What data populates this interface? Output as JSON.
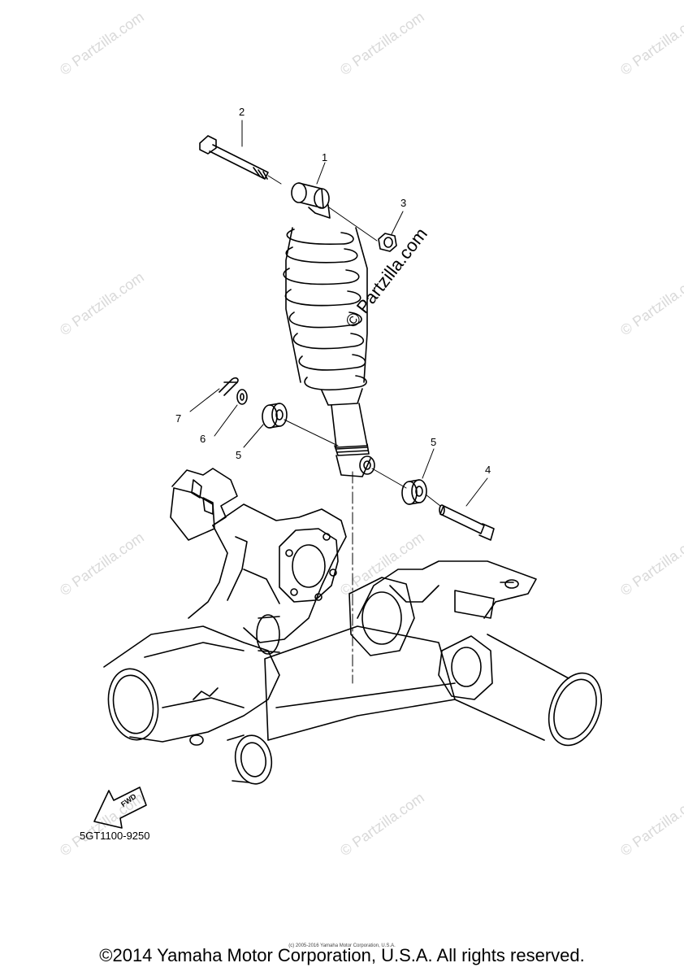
{
  "callouts": {
    "c1": "1",
    "c2": "2",
    "c3": "3",
    "c4": "4",
    "c5a": "5",
    "c5b": "5",
    "c6": "6",
    "c7": "7"
  },
  "diagram_code": "5GT1100-9250",
  "fwd_label": "FWD",
  "watermark": "© Partzilla.com",
  "copyright": "©2014 Yamaha Motor Corporation, U.S.A. All rights reserved.",
  "small_copyright": "(c) 2005-2016 Yamaha Motor Corporation, U.S.A."
}
